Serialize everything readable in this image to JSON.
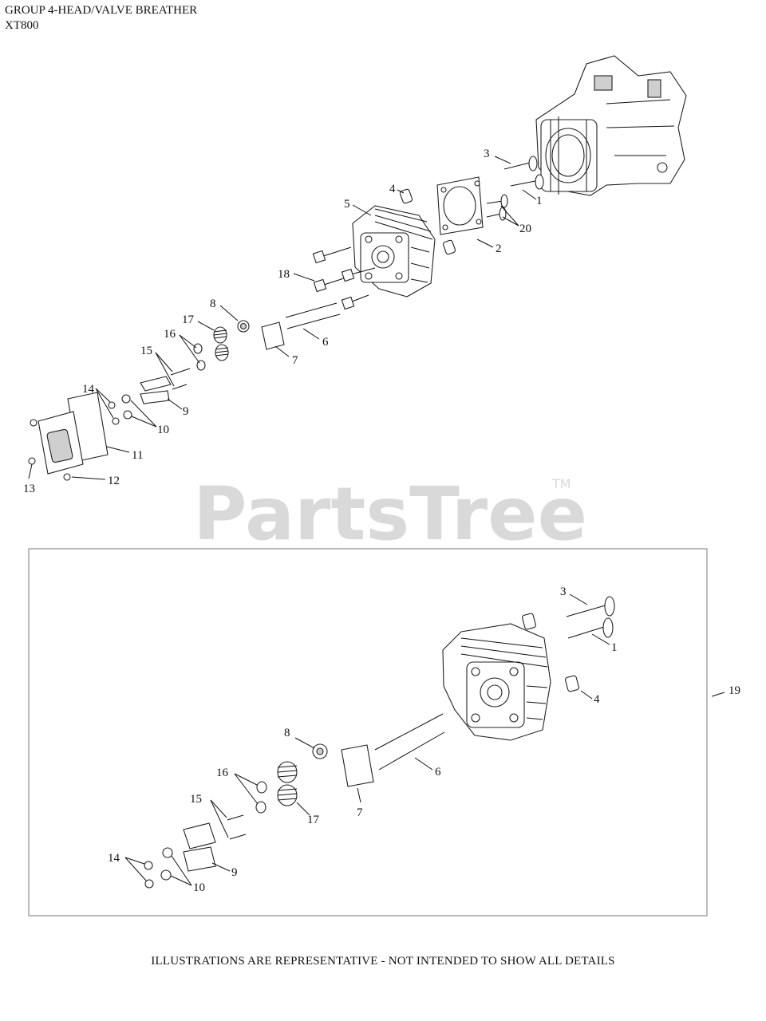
{
  "header": {
    "title": "GROUP 4-HEAD/VALVE BREATHER",
    "model": "XT800"
  },
  "watermark": {
    "text": "PartsTree",
    "tm": "TM"
  },
  "callouts_main": [
    "3",
    "4",
    "1",
    "5",
    "20",
    "2",
    "18",
    "8",
    "6",
    "17",
    "16",
    "7",
    "15",
    "14",
    "9",
    "10",
    "11",
    "13",
    "12"
  ],
  "callouts_kit": [
    "3",
    "1",
    "4",
    "19",
    "8",
    "6",
    "16",
    "7",
    "17",
    "15",
    "14",
    "9",
    "10"
  ],
  "footer": "ILLUSTRATIONS ARE REPRESENTATIVE - NOT INTENDED TO SHOW ALL DETAILS",
  "colors": {
    "line": "#111111",
    "watermark": "#d9d9d9",
    "box": "#777777"
  }
}
